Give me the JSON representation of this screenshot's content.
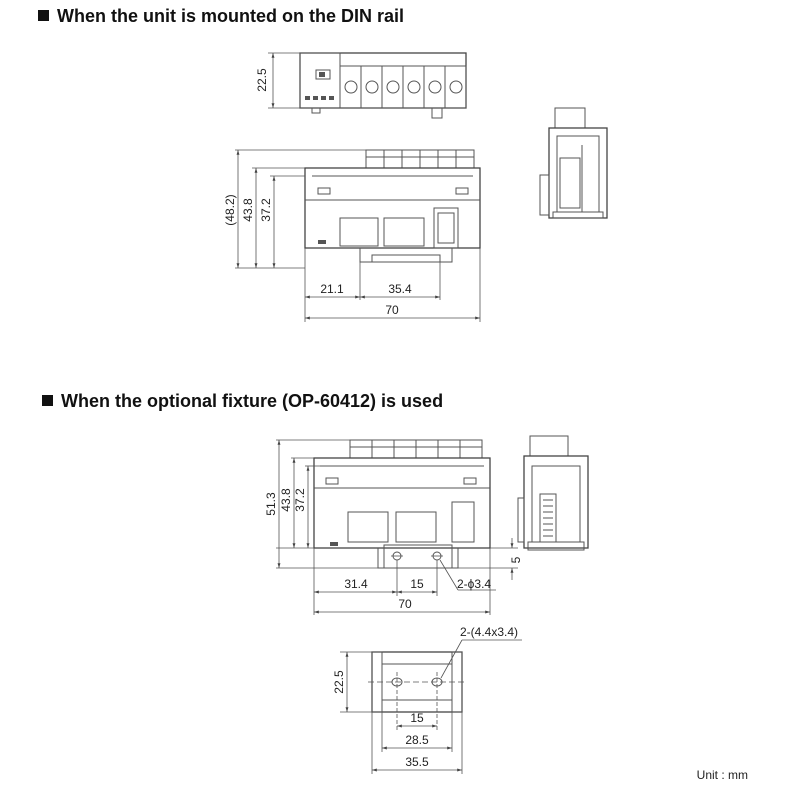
{
  "section1": {
    "title": "When the unit is mounted on the DIN rail",
    "dims": {
      "top_height": "22.5",
      "outer_height": "(48.2)",
      "mid_height": "43.8",
      "inner_height": "37.2",
      "left_offset": "21.1",
      "rail_offset": "35.4",
      "width": "70"
    }
  },
  "section2": {
    "title": "When the optional fixture (OP-60412) is used",
    "dims": {
      "outer_height": "51.3",
      "mid_height": "43.8",
      "inner_height": "37.2",
      "left_offset": "31.4",
      "hole_pitch": "15",
      "hole_spec": "2-ϕ3.4",
      "width": "70",
      "tab": "5"
    }
  },
  "fixture": {
    "hole_spec": "2-(4.4x3.4)",
    "height": "22.5",
    "hole_pitch": "15",
    "inner_width": "28.5",
    "outer_width": "35.5"
  },
  "unit_label": "Unit : mm"
}
